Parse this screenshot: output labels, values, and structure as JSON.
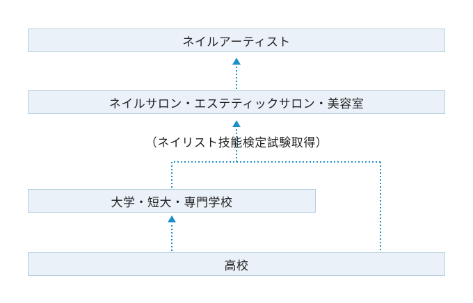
{
  "diagram": {
    "boxes": {
      "artist": "ネイルアーティスト",
      "salon": "ネイルサロン・エステティックサロン・美容室",
      "university": "大学・短大・専門学校",
      "high_school": "高校"
    },
    "note": "（ネイリスト技能検定試験取得）"
  },
  "colors": {
    "box_fill": "#eaf1f8",
    "box_border": "#b7cfe0",
    "connector": "#1a8fc8"
  }
}
